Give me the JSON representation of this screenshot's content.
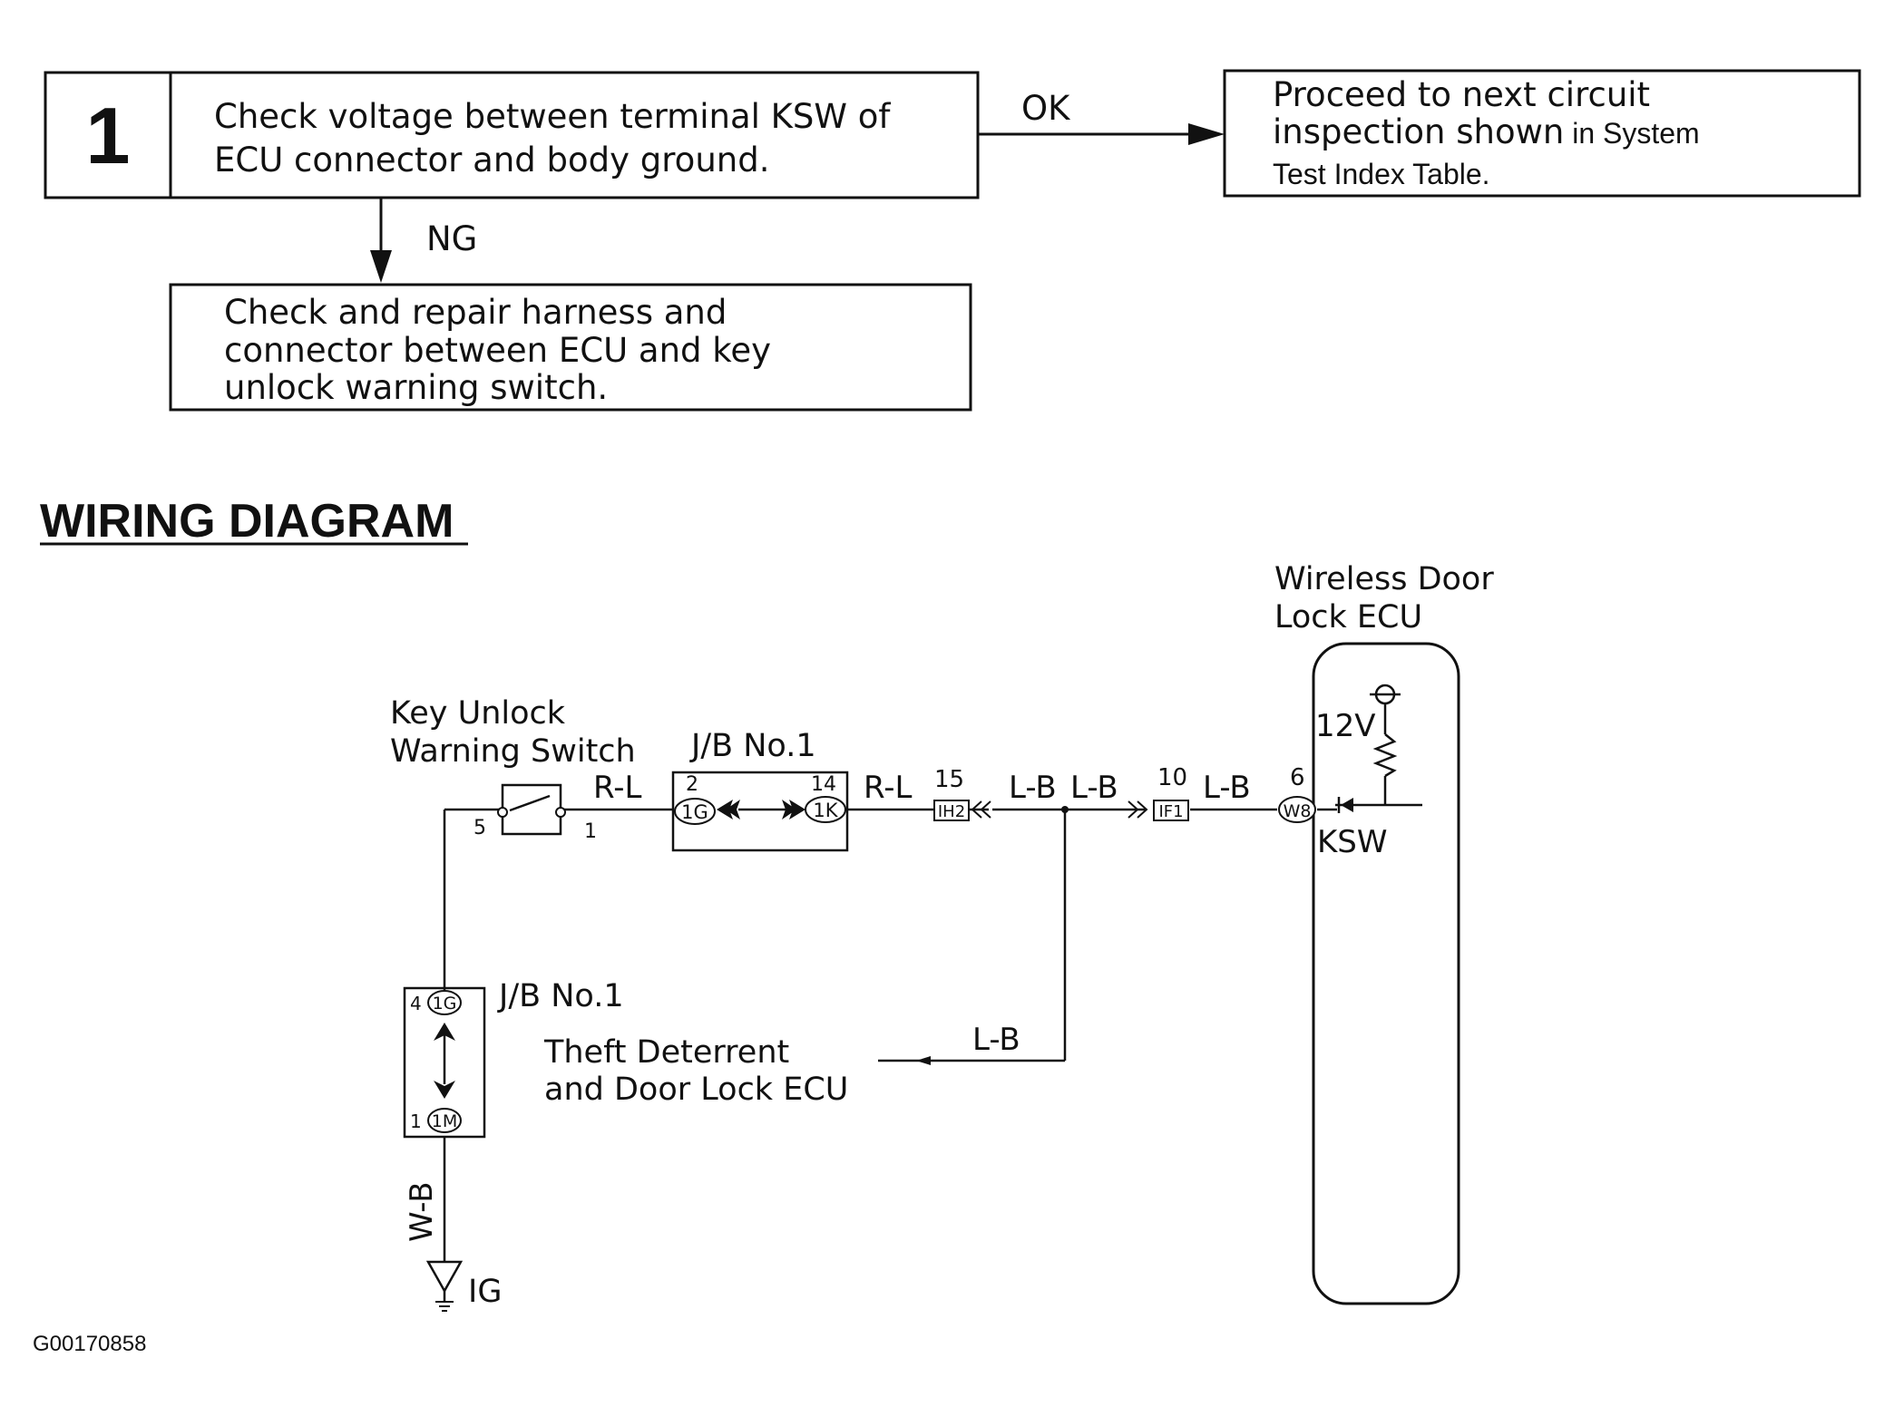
{
  "step": {
    "number": "1",
    "text_line1": "Check voltage between terminal KSW of",
    "text_line2": "ECU connector and body ground."
  },
  "ok_branch": {
    "label": "OK",
    "text_line1": "Proceed to next circuit",
    "text_line2_a": "inspection shown",
    "text_line2_b": " in System",
    "text_line3": "Test Index Table."
  },
  "ng_branch": {
    "label": "NG",
    "text_line1": "Check and repair harness and",
    "text_line2": "connector between ECU and key",
    "text_line3": "unlock warning switch."
  },
  "diagram": {
    "heading": "WIRING DIAGRAM",
    "ecu_title_line1": "Wireless Door",
    "ecu_title_line2": "Lock ECU",
    "voltage": "12V",
    "terminal_ksw": "KSW",
    "switch_title_line1": "Key Unlock",
    "switch_title_line2": "Warning Switch",
    "jb_top_label": "J/B No.1",
    "jb_left_label": "J/B No.1",
    "theft_line1": "Theft Deterrent",
    "theft_line2": "and Door Lock ECU",
    "ground_label": "IG",
    "wires": {
      "rl1": "R-L",
      "rl2": "R-L",
      "lb1": "L-B",
      "lb2": "L-B",
      "lb3": "L-B",
      "lb4": "L-B",
      "wb": "W-B"
    },
    "pins": {
      "sw5": "5",
      "sw1": "1",
      "jb2": "2",
      "jb14": "14",
      "p15": "15",
      "p10": "10",
      "p6": "6",
      "jb4": "4",
      "jb1": "1"
    },
    "connectors": {
      "c1g_top": "1G",
      "c1k": "1K",
      "ih2": "IH2",
      "if1": "IF1",
      "w8": "W8",
      "c1g_left": "1G",
      "c1m": "1M"
    }
  },
  "figure_id": "G00170858"
}
